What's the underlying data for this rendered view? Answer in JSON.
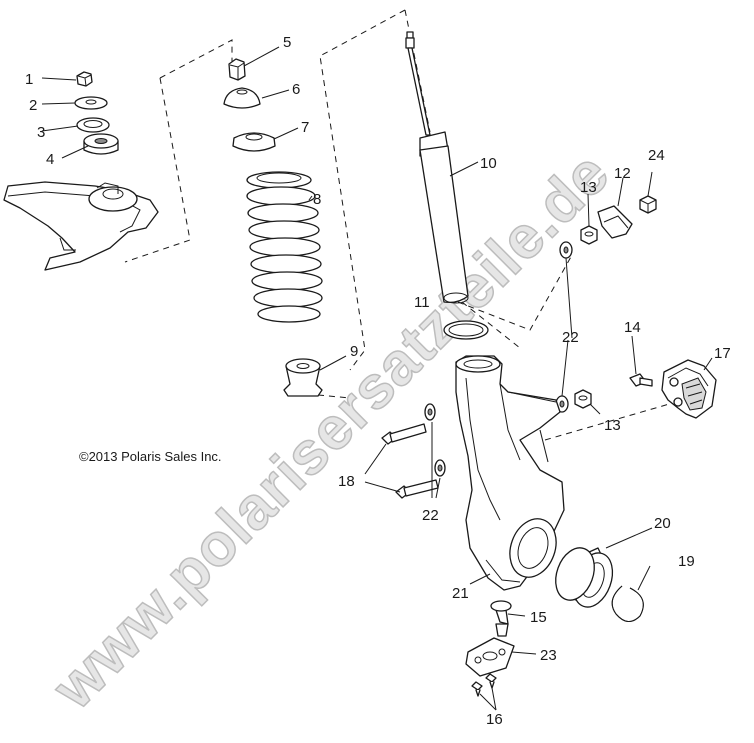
{
  "copyright": "©2013 Polaris Sales Inc.",
  "watermark": "www.polarisersatzteile.de",
  "callouts": {
    "c1": "1",
    "c2": "2",
    "c3": "3",
    "c4": "4",
    "c5": "5",
    "c6": "6",
    "c7": "7",
    "c8": "8",
    "c9": "9",
    "c10": "10",
    "c11": "11",
    "c12": "12",
    "c13a": "13",
    "c13b": "13",
    "c14": "14",
    "c15": "15",
    "c16": "16",
    "c17": "17",
    "c18": "18",
    "c19": "19",
    "c20": "20",
    "c21": "21",
    "c22a": "22",
    "c22b": "22",
    "c23": "23",
    "c24": "24"
  }
}
